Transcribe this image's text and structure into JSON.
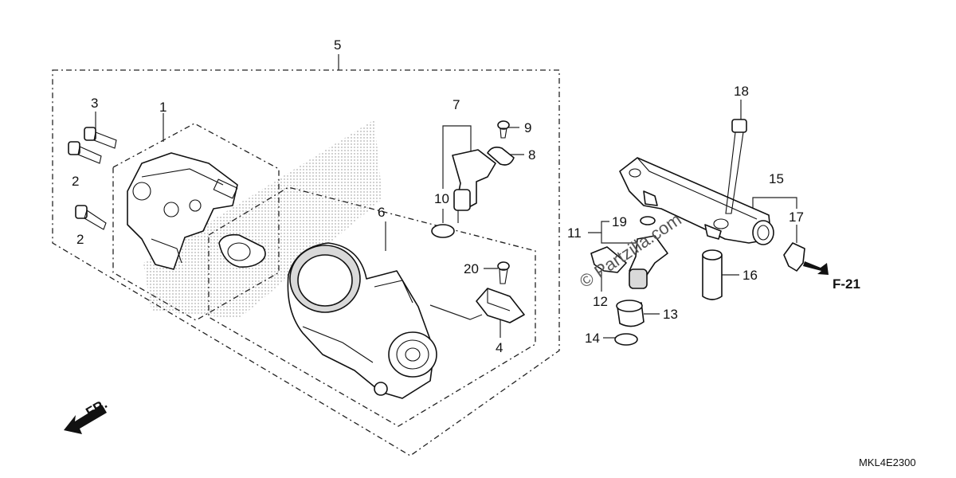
{
  "diagram": {
    "callouts": {
      "c1": "1",
      "c2a": "2",
      "c2b": "2",
      "c3": "3",
      "c4": "4",
      "c5": "5",
      "c6": "6",
      "c7": "7",
      "c8": "8",
      "c9": "9",
      "c10": "10",
      "c11": "11",
      "c12": "12",
      "c13": "13",
      "c14": "14",
      "c15": "15",
      "c16": "16",
      "c17": "17",
      "c18": "18",
      "c19": "19",
      "c20": "20"
    },
    "ref_arrow": "F-21",
    "front_arrow": "FR.",
    "watermark": "© Partzilla.com",
    "code": "MKL4E2300"
  }
}
